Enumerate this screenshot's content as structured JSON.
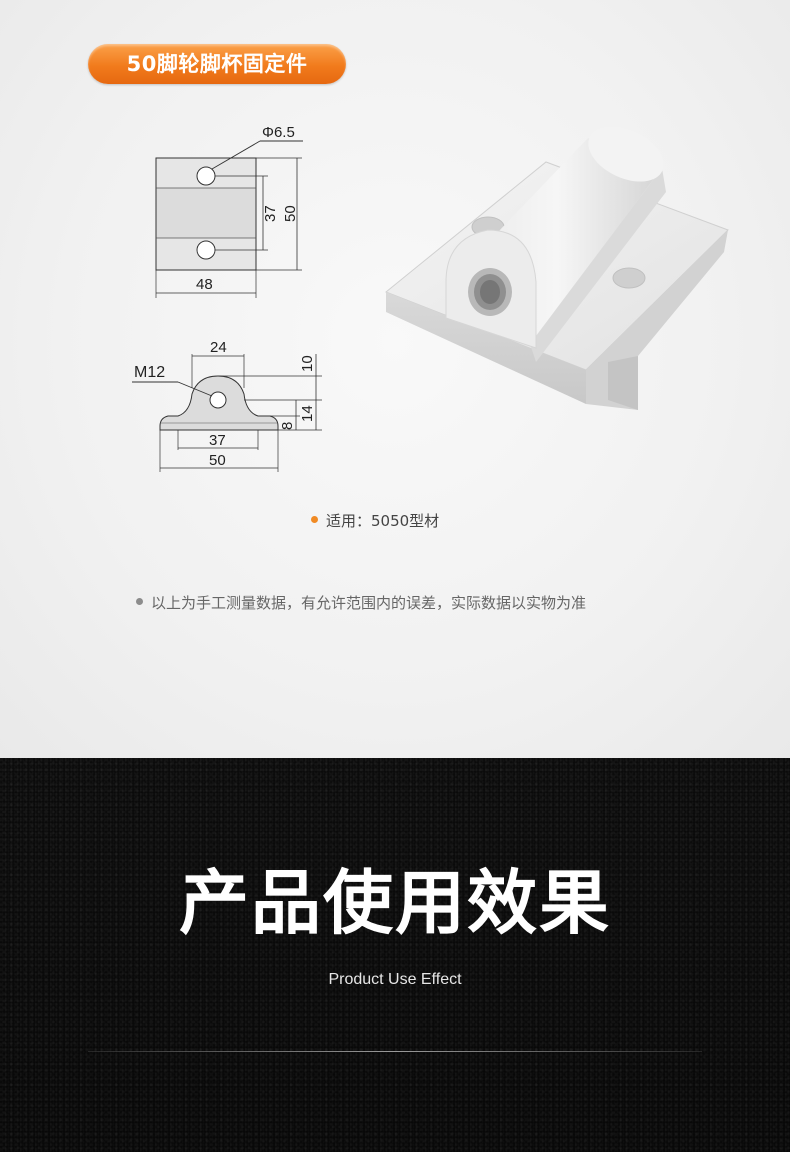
{
  "header": {
    "title": "50脚轮脚杯固定件"
  },
  "drawing_top": {
    "hole_label": "Φ6.5",
    "dim_width": "48",
    "dim_hole_spacing": "37",
    "dim_height": "50"
  },
  "drawing_side": {
    "thread_label": "M12",
    "dim_boss_width": "24",
    "dim_hole_spacing": "37",
    "dim_base_width": "50",
    "dim_top": "10",
    "dim_mid": "14",
    "dim_base": "8"
  },
  "notes": {
    "applies_to": "适用：5050型材",
    "disclaimer": "以上为手工测量数据，有允许范围内的误差，实际数据以实物为准"
  },
  "section": {
    "title": "产品使用效果",
    "subtitle": "Product Use Effect"
  },
  "colors": {
    "accent_orange": "#f17b1c",
    "dark_bg": "#121212"
  }
}
